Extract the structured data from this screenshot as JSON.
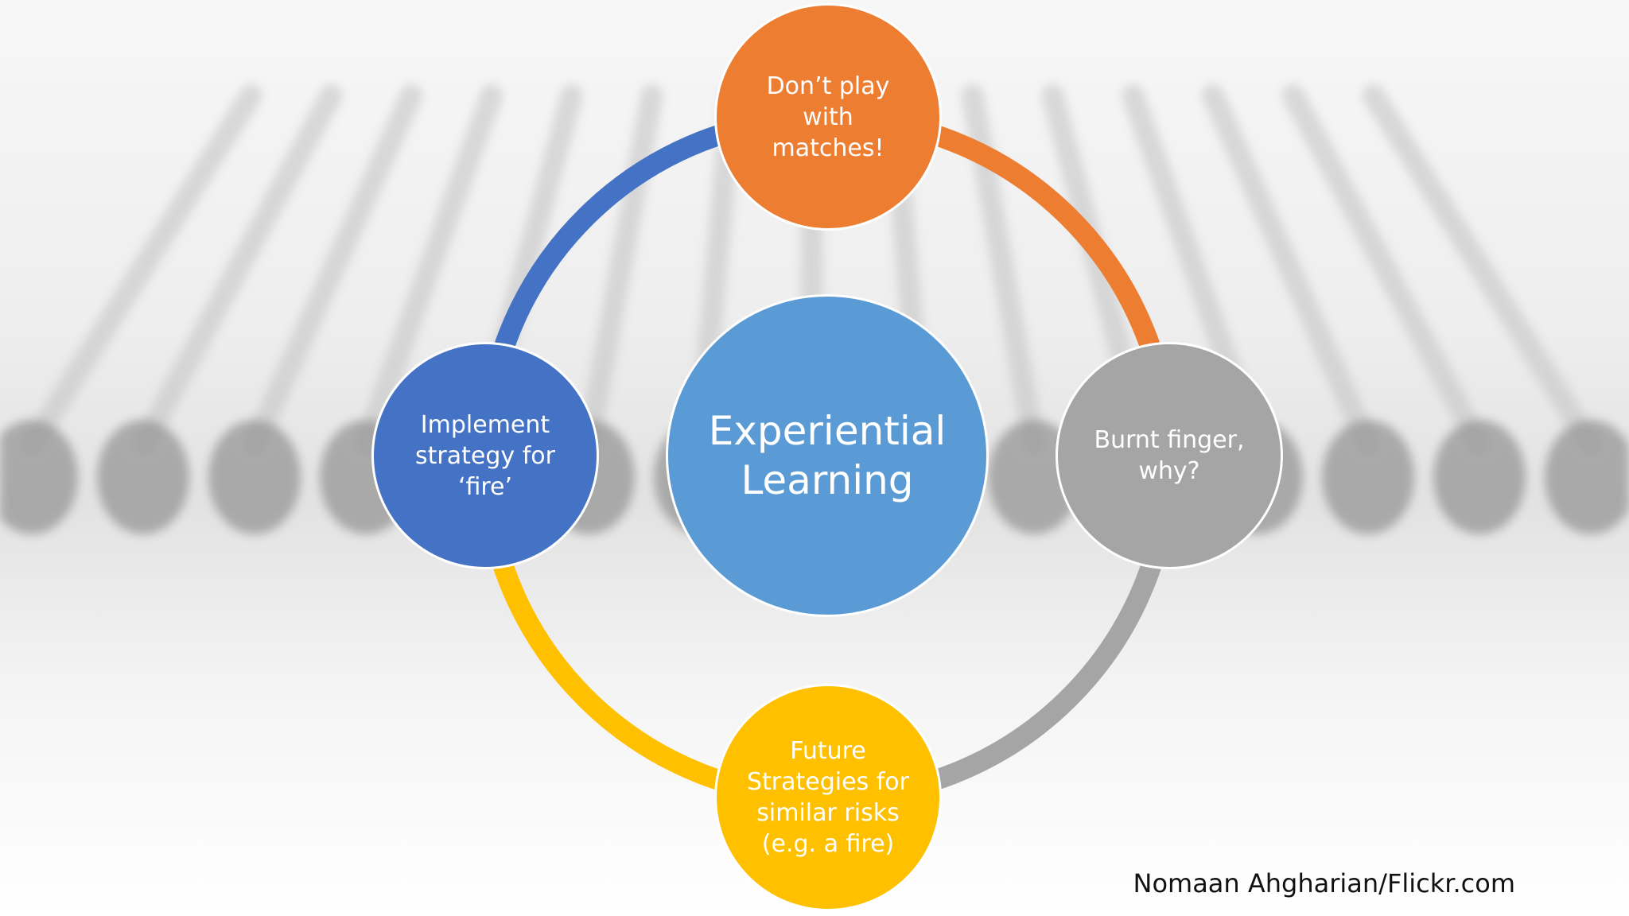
{
  "center": {
    "label": "Experiential\nLearning",
    "color": "#5b9bd5"
  },
  "nodes": [
    {
      "id": "top",
      "label": "Don’t play\nwith\nmatches!",
      "color": "#ed7d31"
    },
    {
      "id": "right",
      "label": "Burnt finger,\nwhy?",
      "color": "#a5a5a5"
    },
    {
      "id": "bottom",
      "label": "Future\nStrategies for\nsimilar risks\n(e.g. a fire)",
      "color": "#ffc000"
    },
    {
      "id": "left",
      "label": "Implement\nstrategy for\n‘fire’",
      "color": "#4472c4"
    }
  ],
  "credit": "Nomaan Ahgharian/Flickr.com"
}
